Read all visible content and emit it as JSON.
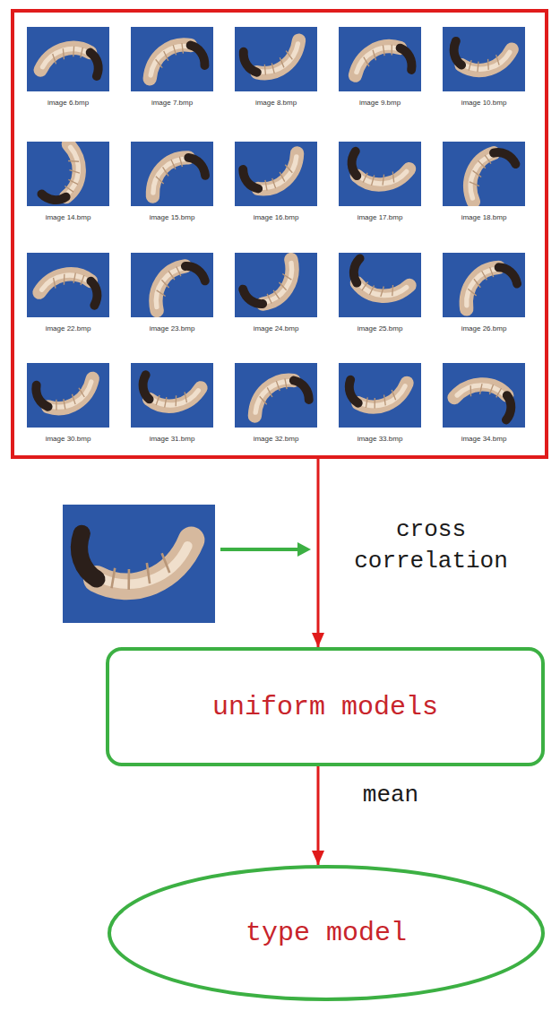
{
  "diagram": {
    "nodes": [
      {
        "text": [
          "image 6.bmp",
          "image 7.bmp",
          "image 8.bmp",
          "image 9.bmp",
          "image 10.bmp",
          "image 14.bmp",
          "image 15.bmp",
          "image 16.bmp",
          "image 17.bmp",
          "image 18.bmp",
          "image 22.bmp",
          "image 23.bmp",
          "image 24.bmp",
          "image 25.bmp",
          "image 26.bmp",
          "image 30.bmp",
          "image 31.bmp",
          "image 32.bmp",
          "image 33.bmp",
          "image 34.bmp"
        ]
      },
      {
        "text": [
          "uniform models"
        ]
      },
      {
        "text": [
          "type model"
        ]
      }
    ],
    "edges": [
      {
        "from": 0,
        "to": 1,
        "label": "cross correlation",
        "arrow": "to"
      },
      {
        "from": 1,
        "to": 2,
        "label": "mean",
        "arrow": "to"
      }
    ]
  }
}
